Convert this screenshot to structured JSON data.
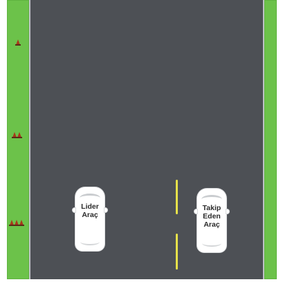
{
  "scene": {
    "road_color": "#4d5055",
    "grass_color": "#6cc24a",
    "lane_marking_color": "#e7e24a",
    "cone_color": "#a8391a"
  },
  "cone_groups": [
    {
      "count": 1
    },
    {
      "count": 2
    },
    {
      "count": 3
    }
  ],
  "cars": {
    "leader": {
      "label": "Lider\nAraç",
      "color": "#ffffff"
    },
    "follower": {
      "label": "Takip\nEden\nAraç",
      "color": "#ffffff"
    }
  }
}
